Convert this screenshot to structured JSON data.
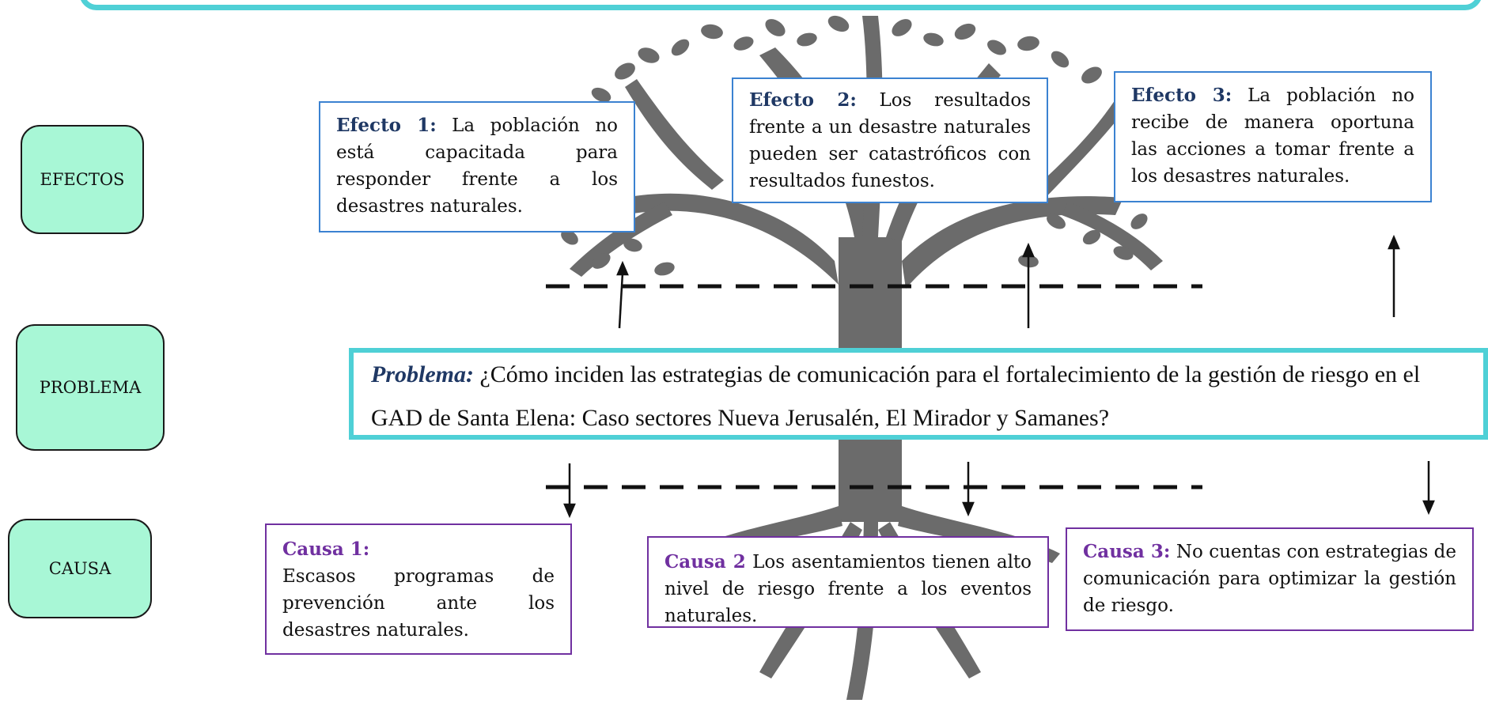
{
  "side_labels": {
    "efectos": "EFECTOS",
    "problema": "PROBLEMA",
    "causa": "CAUSA"
  },
  "effects": [
    {
      "key": "Efecto 1:",
      "text": "La población no está capacitada para responder frente a los desastres naturales."
    },
    {
      "key": "Efecto 2:",
      "text": "Los resultados frente a un desastre naturales pueden ser catastróficos con resultados funestos."
    },
    {
      "key": "Efecto 3:",
      "text": "La población no recibe de manera oportuna las acciones a tomar frente a los desastres naturales."
    }
  ],
  "problem": {
    "key": "Problema:",
    "text": "¿Cómo inciden las estrategias de comunicación para el fortalecimiento de la gestión de riesgo en el GAD de Santa Elena: Caso sectores Nueva Jerusalén, El Mirador y Samanes?"
  },
  "causes": [
    {
      "key": "Causa 1:",
      "text": "Escasos programas de prevención ante los desastres naturales."
    },
    {
      "key": "Causa 2",
      "text": "Los asentamientos tienen alto nivel de riesgo frente a los eventos naturales."
    },
    {
      "key": "Causa 3:",
      "text": "No cuentas con estrategias de comunicación para optimizar la gestión de riesgo."
    }
  ],
  "colors": {
    "accent_teal": "#4fd0d6",
    "label_fill": "#a8f7d6",
    "effect_border": "#3b82d1",
    "cause_border": "#7030a0",
    "effect_key": "#1f3864",
    "cause_key": "#7030a0",
    "tree": "#6b6b6b"
  }
}
